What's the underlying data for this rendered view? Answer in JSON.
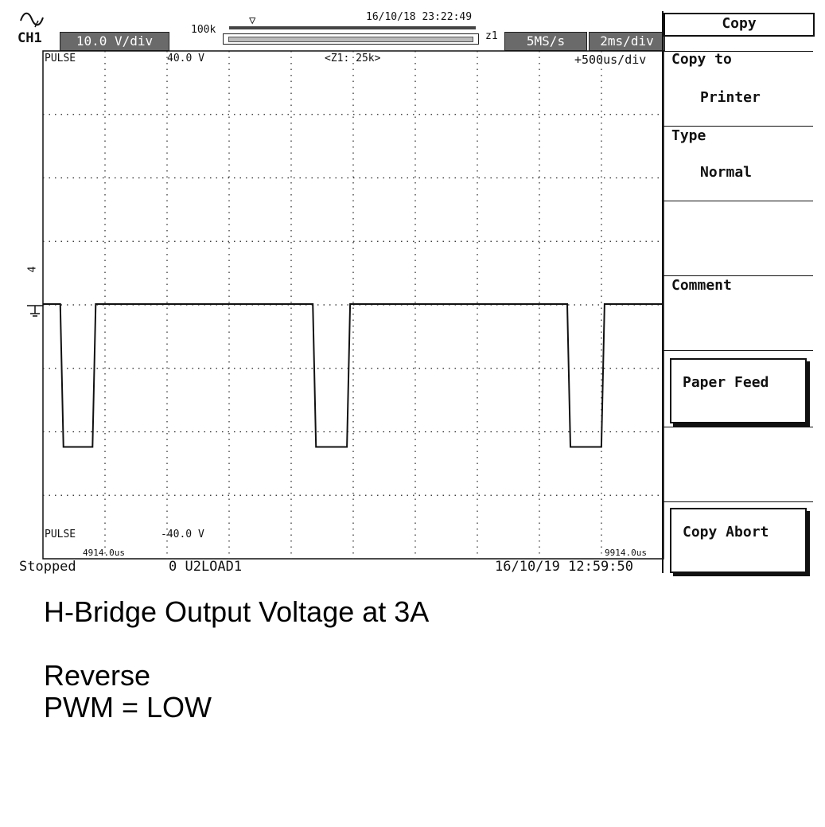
{
  "header": {
    "channel": "CH1",
    "volts_per_div": "10.0 V/div",
    "record_length": "100k",
    "trigger_marker": "▽",
    "timestamp_top": "16/10/18 23:22:49",
    "zoom_factor": "z1",
    "sample_rate": "5MS/s",
    "time_per_div": "2ms/div"
  },
  "screen": {
    "upper_label": "PULSE",
    "upper_level": "40.0 V",
    "zoom_info": "<Z1: 25k>",
    "zoom_div": "+500us/div",
    "lower_label": "PULSE",
    "lower_level": "-40.0 V",
    "time_start": "4914.0us",
    "time_end": "9914.0us",
    "trigger_mark": "4"
  },
  "status": {
    "state": "Stopped",
    "file": "0 U2LOAD1",
    "datetime": "16/10/19 12:59:50"
  },
  "menu": {
    "title": "Copy",
    "copy_to_label": "Copy to",
    "copy_to_value": "Printer",
    "type_label": "Type",
    "type_value": "Normal",
    "comment_label": "Comment",
    "paper_feed": "Paper Feed",
    "copy_abort": "Copy Abort"
  },
  "captions": {
    "title": "H-Bridge Output Voltage at 3A",
    "line1": "Reverse",
    "line2": "PWM = LOW"
  },
  "waveform": {
    "description_levels": {
      "high_div": 4,
      "low_div": 6.2
    },
    "pulses": [
      {
        "start_div": 0.33,
        "end_div": 0.85
      },
      {
        "start_div": 4.4,
        "end_div": 4.95
      },
      {
        "start_div": 8.5,
        "end_div": 9.05
      }
    ]
  }
}
